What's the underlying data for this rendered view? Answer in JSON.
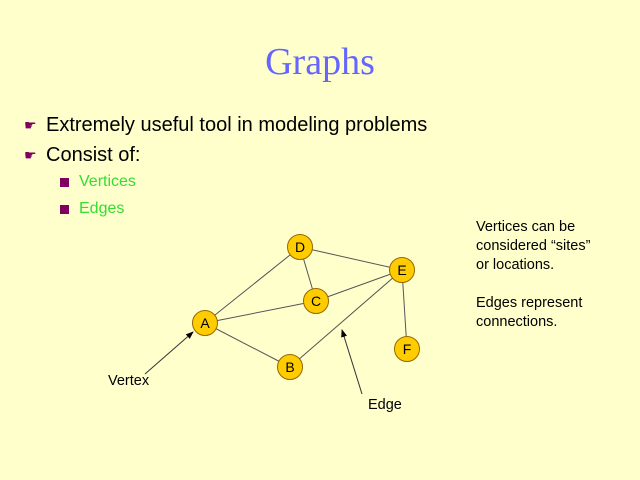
{
  "title": "Graphs",
  "bullets": [
    "Extremely useful tool in modeling problems",
    "Consist of:"
  ],
  "sub_bullets": [
    "Vertices",
    "Edges"
  ],
  "notes": [
    "Vertices can be",
    "considered “sites”",
    "or locations.",
    "Edges represent",
    "connections."
  ],
  "labels": {
    "vertex": "Vertex",
    "edge": "Edge"
  },
  "graph": {
    "vertices": [
      "A",
      "B",
      "C",
      "D",
      "E",
      "F"
    ],
    "edges": [
      [
        "A",
        "D"
      ],
      [
        "A",
        "C"
      ],
      [
        "A",
        "B"
      ],
      [
        "D",
        "C"
      ],
      [
        "D",
        "E"
      ],
      [
        "C",
        "E"
      ],
      [
        "B",
        "E"
      ],
      [
        "E",
        "F"
      ]
    ]
  },
  "colors": {
    "title": "#6666ff",
    "vertex_fill": "#ffcc00",
    "sub_bullet_text": "#33dd33",
    "bullet_marker": "#800060"
  }
}
